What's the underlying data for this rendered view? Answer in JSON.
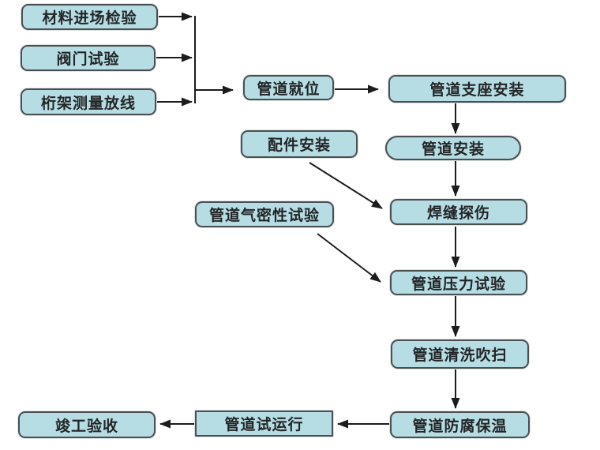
{
  "diagram": {
    "description": "pipeline installation construction flowchart",
    "colors": {
      "background": "#ffffff",
      "node_fill": "#b6dde3",
      "node_border": "#4a5052",
      "text": "#232527",
      "arrow": "#1c1c1c"
    },
    "nodes": [
      {
        "id": "material-inspection",
        "label": "材料进场检验",
        "shape": "rounded"
      },
      {
        "id": "valve-test",
        "label": "阀门试验",
        "shape": "rounded"
      },
      {
        "id": "truss-survey-layout",
        "label": "桁架测量放线",
        "shape": "rounded"
      },
      {
        "id": "pipe-positioning",
        "label": "管道就位",
        "shape": "rounded"
      },
      {
        "id": "pipe-support-installation",
        "label": "管道支座安装",
        "shape": "rounded"
      },
      {
        "id": "pipe-installation",
        "label": "管道安装",
        "shape": "stadium"
      },
      {
        "id": "fittings-installation",
        "label": "配件安装",
        "shape": "rounded"
      },
      {
        "id": "pipe-airtightness-test",
        "label": "管道气密性试验",
        "shape": "rounded"
      },
      {
        "id": "weld-flaw-detection",
        "label": "焊缝探伤",
        "shape": "rounded"
      },
      {
        "id": "pipe-pressure-test",
        "label": "管道压力试验",
        "shape": "rounded"
      },
      {
        "id": "pipe-cleaning-purging",
        "label": "管道清洗吹扫",
        "shape": "rounded"
      },
      {
        "id": "pipe-anticorrosion-insulation",
        "label": "管道防腐保温",
        "shape": "rounded"
      },
      {
        "id": "pipe-trial-run",
        "label": "管道试运行",
        "shape": "rect"
      },
      {
        "id": "completion-acceptance",
        "label": "竣工验收",
        "shape": "rounded"
      }
    ],
    "edges": [
      {
        "from": "材料进场检验",
        "to": "管道就位"
      },
      {
        "from": "阀门试验",
        "to": "管道就位"
      },
      {
        "from": "桁架测量放线",
        "to": "管道就位"
      },
      {
        "from": "管道就位",
        "to": "管道支座安装"
      },
      {
        "from": "管道支座安装",
        "to": "管道安装"
      },
      {
        "from": "管道安装",
        "to": "焊缝探伤"
      },
      {
        "from": "配件安装",
        "to": "焊缝探伤"
      },
      {
        "from": "焊缝探伤",
        "to": "管道压力试验"
      },
      {
        "from": "管道气密性试验",
        "to": "管道压力试验"
      },
      {
        "from": "管道压力试验",
        "to": "管道清洗吹扫"
      },
      {
        "from": "管道清洗吹扫",
        "to": "管道防腐保温"
      },
      {
        "from": "管道防腐保温",
        "to": "管道试运行"
      },
      {
        "from": "管道试运行",
        "to": "竣工验收"
      }
    ]
  }
}
